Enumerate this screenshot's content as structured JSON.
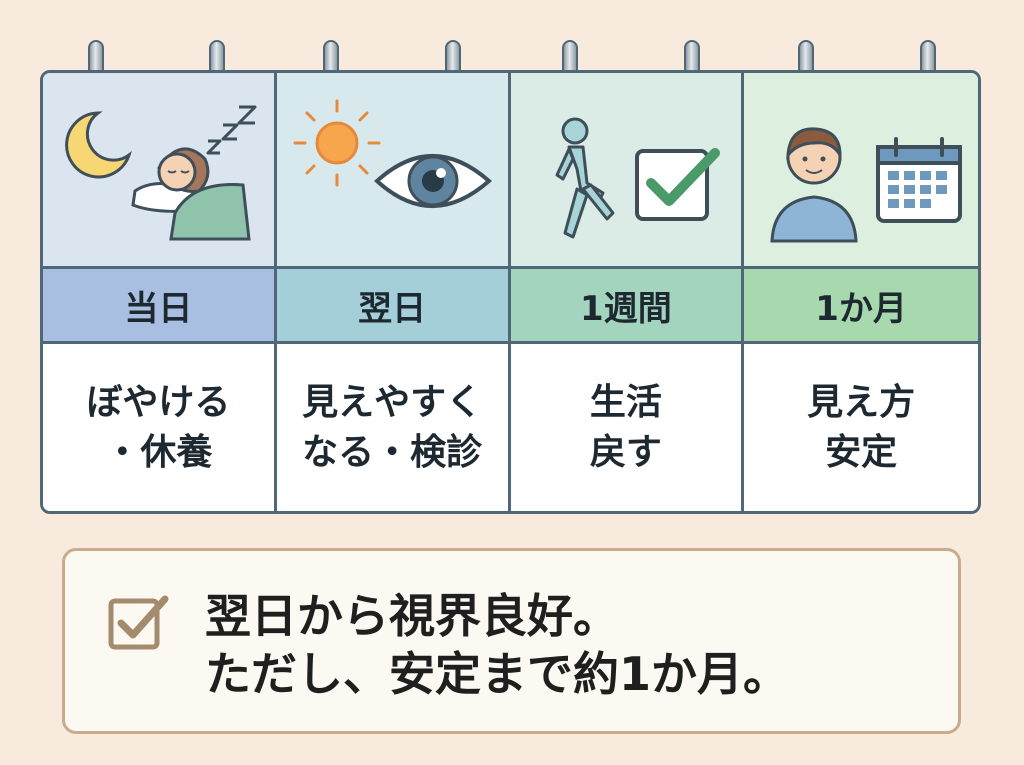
{
  "timeline": [
    {
      "label": "当日",
      "desc": "ぼやける\n・休養",
      "icons": [
        "moon-icon",
        "sleeping-person-icon",
        "zzz-icon"
      ]
    },
    {
      "label": "翌日",
      "desc": "見えやすく\nなる・検診",
      "icons": [
        "sun-icon",
        "eye-icon"
      ]
    },
    {
      "label": "1週間",
      "desc": "生活\n戻す",
      "icons": [
        "walking-person-icon",
        "checkbox-check-icon"
      ]
    },
    {
      "label": "1か月",
      "desc": "見え方\n安定",
      "icons": [
        "person-icon",
        "calendar-icon"
      ]
    }
  ],
  "note": {
    "line1": "翌日から視界良好。",
    "line2": "ただし、安定まで約1か月。",
    "icon": "checkbox-check-icon"
  },
  "colors": {
    "border": "#4f6776",
    "label_day0": "#a9bfe1",
    "label_day1": "#a4cfd8",
    "label_week1": "#a3d4bd",
    "label_month1": "#a8d8ad",
    "check_green": "#4a9a6a",
    "note_border": "#c7ad8c"
  }
}
